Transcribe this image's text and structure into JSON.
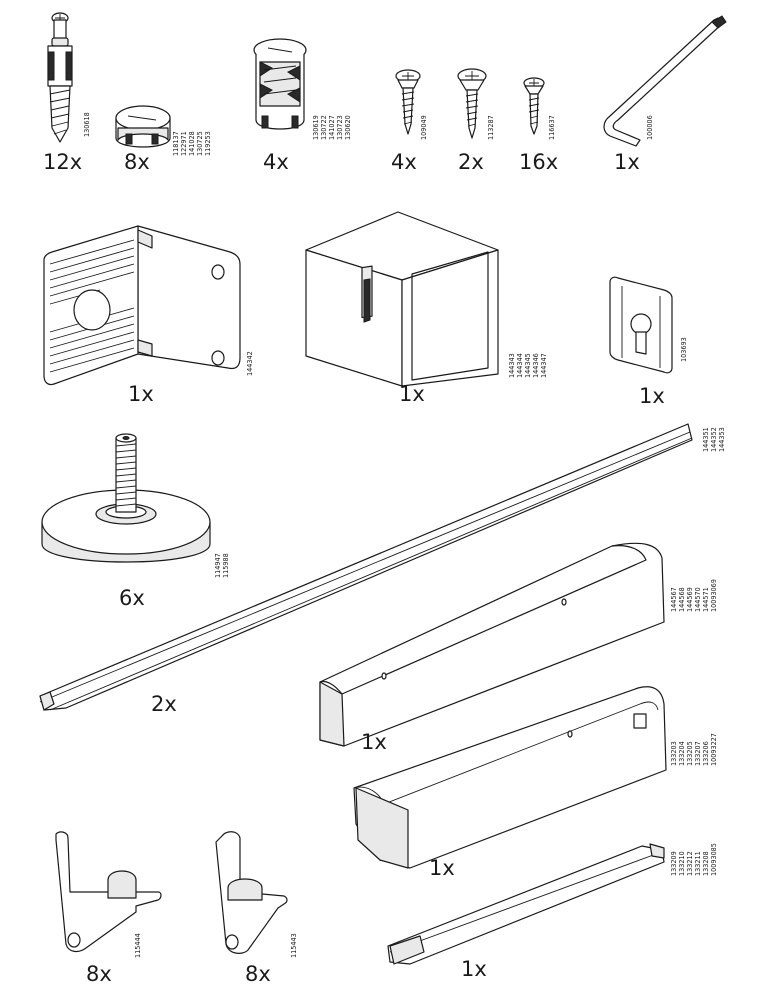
{
  "parts": [
    {
      "id": "cam-dowel",
      "qty": "12x",
      "codes": [
        "130618"
      ],
      "icon": "cam-dowel-icon"
    },
    {
      "id": "cam-lock",
      "qty": "8x",
      "codes": [
        "118137",
        "122971",
        "141028",
        "130725",
        "119253"
      ],
      "icon": "cam-lock-icon"
    },
    {
      "id": "cam-lock-sleeve",
      "qty": "4x",
      "codes": [
        "130619",
        "130722",
        "141027",
        "130723",
        "130620"
      ],
      "icon": "cam-lock-sleeve-icon"
    },
    {
      "id": "screw-short",
      "qty": "4x",
      "codes": [
        "109049"
      ],
      "icon": "screw-icon"
    },
    {
      "id": "screw-round",
      "qty": "2x",
      "codes": [
        "113287"
      ],
      "icon": "screw-icon"
    },
    {
      "id": "screw-fine",
      "qty": "16x",
      "codes": [
        "116637"
      ],
      "icon": "screw-icon"
    },
    {
      "id": "allen-key",
      "qty": "1x",
      "codes": [
        "100006"
      ],
      "icon": "allen-key-icon"
    },
    {
      "id": "corner-bracket",
      "qty": "1x",
      "codes": [
        "144342"
      ],
      "icon": "corner-bracket-icon"
    },
    {
      "id": "angle-block",
      "qty": "1x",
      "codes": [
        "144343",
        "144344",
        "144345",
        "144346",
        "144347"
      ],
      "icon": "angle-block-icon"
    },
    {
      "id": "keyhole-plate",
      "qty": "1x",
      "codes": [
        "103693"
      ],
      "icon": "keyhole-plate-icon"
    },
    {
      "id": "adjustable-foot",
      "qty": "6x",
      "codes": [
        "114947",
        "115988"
      ],
      "icon": "adjustable-foot-icon"
    },
    {
      "id": "long-rail",
      "qty": "2x",
      "codes": [
        "144351",
        "144352",
        "144353"
      ],
      "icon": "long-rail-icon"
    },
    {
      "id": "bracket-rail-a",
      "qty": "1x",
      "codes": [
        "144567",
        "144568",
        "144569",
        "144570",
        "144571",
        "10093069"
      ],
      "icon": "rail-bracket-icon"
    },
    {
      "id": "bracket-rail-b",
      "qty": "1x",
      "codes": [
        "133203",
        "133204",
        "133205",
        "133207",
        "133206",
        "10093227"
      ],
      "icon": "rail-bracket-icon"
    },
    {
      "id": "flat-bar",
      "qty": "1x",
      "codes": [
        "133209",
        "133210",
        "133212",
        "133211",
        "133208",
        "10093085"
      ],
      "icon": "flat-bar-icon"
    },
    {
      "id": "clip-a",
      "qty": "8x",
      "codes": [
        "115444"
      ],
      "icon": "clip-icon"
    },
    {
      "id": "clip-b",
      "qty": "8x",
      "codes": [
        "115443"
      ],
      "icon": "clip-icon"
    }
  ]
}
